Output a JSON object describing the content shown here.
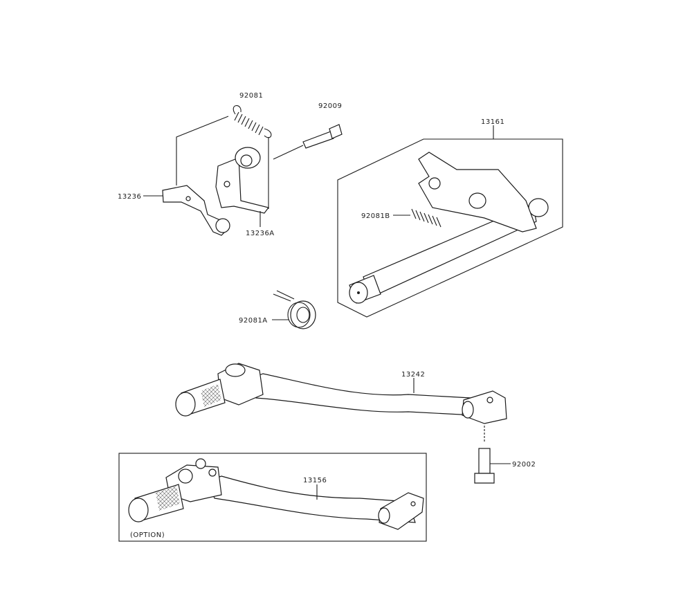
{
  "diagram": {
    "parts": [
      {
        "id": "spring-top",
        "number": "92081"
      },
      {
        "id": "bolt-top",
        "number": "92009"
      },
      {
        "id": "shift-shaft",
        "number": "13161"
      },
      {
        "id": "lever-arm",
        "number": "13236"
      },
      {
        "id": "lever-bracket",
        "number": "13236A"
      },
      {
        "id": "shaft-spring",
        "number": "92081B"
      },
      {
        "id": "return-spring",
        "number": "92081A"
      },
      {
        "id": "shift-pedal",
        "number": "13242"
      },
      {
        "id": "pedal-bolt",
        "number": "92002"
      },
      {
        "id": "option-pedal",
        "number": "13156"
      }
    ],
    "option_label": "(OPTION)"
  }
}
